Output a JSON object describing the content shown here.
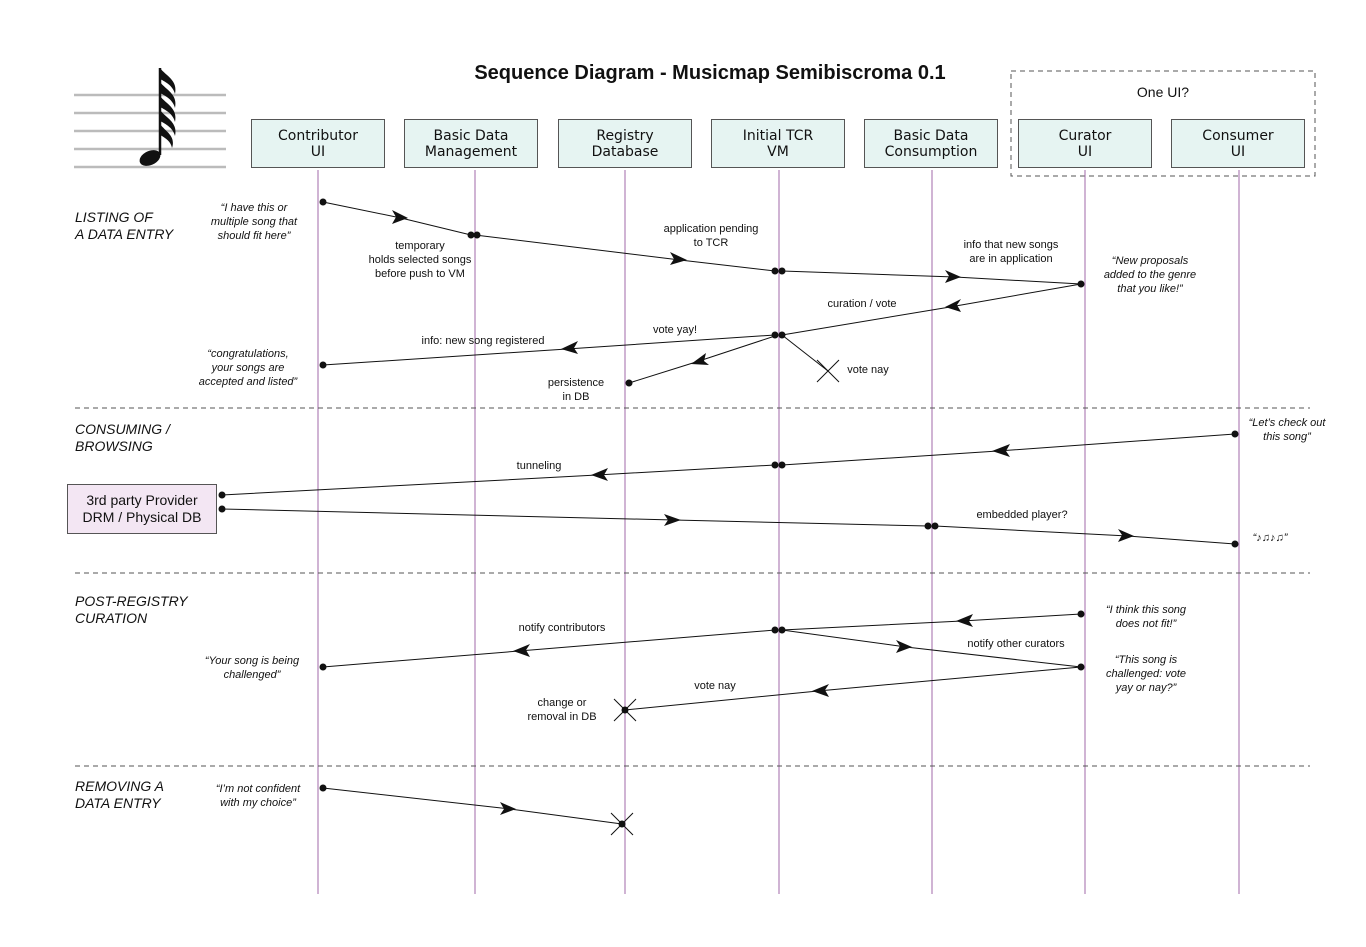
{
  "title": "Sequence Diagram - Musicmap Semibiscroma 0.1",
  "group_label": "One UI?",
  "lifelines": [
    {
      "line1": "Contributor",
      "line2": "UI"
    },
    {
      "line1": "Basic Data",
      "line2": "Management"
    },
    {
      "line1": "Registry",
      "line2": "Database"
    },
    {
      "line1": "Initial TCR",
      "line2": "VM"
    },
    {
      "line1": "Basic Data",
      "line2": "Consumption"
    },
    {
      "line1": "Curator",
      "line2": "UI"
    },
    {
      "line1": "Consumer",
      "line2": "UI"
    }
  ],
  "sections": [
    {
      "line1": "LISTING OF",
      "line2": "A DATA ENTRY"
    },
    {
      "line1": "CONSUMING /",
      "line2": "BROWSING"
    },
    {
      "line1": "POST-REGISTRY",
      "line2": "CURATION"
    },
    {
      "line1": "REMOVING A",
      "line2": "DATA ENTRY"
    }
  ],
  "provider": {
    "line1": "3rd party Provider",
    "line2": "DRM / Physical DB"
  },
  "messages": {
    "temporary": [
      "temporary",
      "holds selected songs",
      "before push to VM"
    ],
    "app_pending": [
      "application pending",
      "to TCR"
    ],
    "info_new_songs": [
      "info that new songs",
      "are in application"
    ],
    "curation_vote": [
      "curation / vote"
    ],
    "vote_yay": [
      "vote yay!"
    ],
    "info_registered": [
      "info: new song registered"
    ],
    "persistence": [
      "persistence",
      "in DB"
    ],
    "vote_nay_1": [
      "vote nay"
    ],
    "tunneling": [
      "tunneling"
    ],
    "embedded_player": [
      "embedded player?"
    ],
    "notify_contributors": [
      "notify contributors"
    ],
    "notify_curators": [
      "notify other curators"
    ],
    "vote_nay_2": [
      "vote nay"
    ],
    "change_removal": [
      "change or",
      "removal in DB"
    ]
  },
  "quotes": {
    "q1": [
      "“I have this or",
      "multiple song that",
      "should fit here”"
    ],
    "q2": [
      "“New proposals",
      "added to the genre",
      "that you like!”"
    ],
    "q3": [
      "“congratulations,",
      "your songs are",
      "accepted and listed”"
    ],
    "q4": [
      "“Let’s check out",
      "this song”"
    ],
    "q5": [
      "“♪♫♪♫”"
    ],
    "q6": [
      "“I think this song",
      "does not fit!”"
    ],
    "q7": [
      "“Your song is being",
      "challenged”"
    ],
    "q8": [
      "“This song is",
      "challenged: vote",
      "yay or nay?”"
    ],
    "q9": [
      "“I’m not confident",
      "with my choice”"
    ]
  },
  "colors": {
    "lifeline": "#a06aa8",
    "header_fill": "#e6f4f2",
    "provider_fill": "#f3e6f3"
  }
}
